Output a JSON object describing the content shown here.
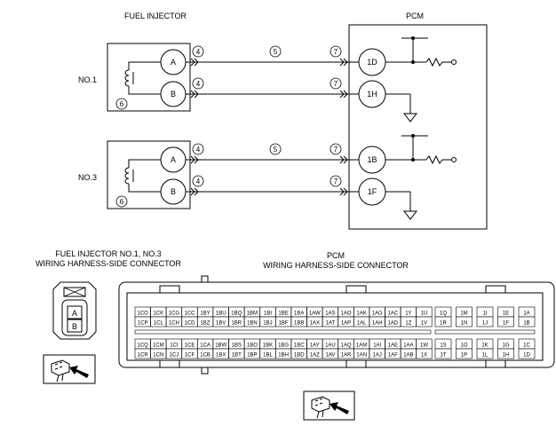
{
  "schematic": {
    "fuel_injector_title": "FUEL INJECTOR",
    "pcm_title": "PCM",
    "injectors": [
      {
        "name": "NO.1",
        "terminals": [
          "A",
          "B"
        ],
        "harness_marker": "4",
        "wire_marker": "5",
        "pcm_marker": "7",
        "body_marker": "6",
        "pcm_terminals": [
          "1D",
          "1H"
        ]
      },
      {
        "name": "NO.3",
        "terminals": [
          "A",
          "B"
        ],
        "harness_marker": "4",
        "wire_marker": "5",
        "pcm_marker": "7",
        "body_marker": "6",
        "pcm_terminals": [
          "1B",
          "1F"
        ]
      }
    ]
  },
  "connectors": {
    "injector_title_1": "FUEL INJECTOR NO.1, NO.3",
    "injector_title_2": "WIRING HARNESS-SIDE CONNECTOR",
    "injector_pins": [
      "A",
      "B"
    ],
    "pcm_title_1": "PCM",
    "pcm_title_2": "WIRING HARNESS-SIDE CONNECTOR",
    "pcm_left_upper": [
      [
        "1CO",
        "1CK",
        "1CG",
        "1CC",
        "1BY",
        "1BU",
        "1BQ",
        "1BM",
        "1BI",
        "1BE",
        "1BA",
        "1AW",
        "1AS",
        "1AO",
        "1AK",
        "1AG",
        "1AC",
        "1Y",
        "1U"
      ],
      [
        "1CP",
        "1CL",
        "1CH",
        "1CD",
        "1BZ",
        "1BV",
        "1BR",
        "1BN",
        "1BJ",
        "1BF",
        "1BB",
        "1AX",
        "1AT",
        "1AP",
        "1AL",
        "1AH",
        "1AD",
        "1Z",
        "1V"
      ]
    ],
    "pcm_left_lower": [
      [
        "1CQ",
        "1CM",
        "1CI",
        "1CE",
        "1CA",
        "1BW",
        "1BS",
        "1BO",
        "1BK",
        "1BG",
        "1BC",
        "1AY",
        "1AU",
        "1AQ",
        "1AM",
        "1AI",
        "1AE",
        "1AA",
        "1W"
      ],
      [
        "1CR",
        "1CN",
        "1CJ",
        "1CF",
        "1CB",
        "1BX",
        "1BT",
        "1BP",
        "1BL",
        "1BH",
        "1BD",
        "1AZ",
        "1AV",
        "1AR",
        "1AN",
        "1AJ",
        "1AF",
        "1AB",
        "1X"
      ]
    ],
    "pcm_right_upper": [
      [
        "1Q",
        "1M",
        "1I",
        "1E",
        "1A"
      ],
      [
        "1R",
        "1N",
        "1J",
        "1F",
        "1B"
      ]
    ],
    "pcm_right_lower": [
      [
        "1S",
        "1O",
        "1K",
        "1G",
        "1C"
      ],
      [
        "1T",
        "1P",
        "1L",
        "1H",
        "1D"
      ]
    ]
  },
  "icons": {
    "connector_view_icon": "connector-plug-with-arrow-icon",
    "coil_icon": "injector-coil-icon",
    "ground_icon": "ground-symbol-icon",
    "resistor_icon": "resistor-icon"
  }
}
